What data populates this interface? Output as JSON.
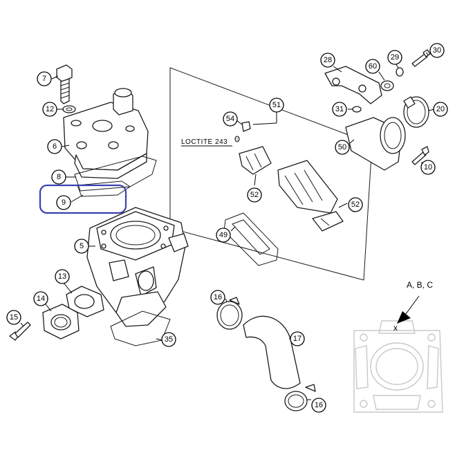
{
  "callouts": {
    "c7": "7",
    "c12": "12",
    "c6": "6",
    "c8": "8",
    "c9": "9",
    "c5": "5",
    "c13": "13",
    "c14": "14",
    "c15": "15",
    "c35": "35",
    "c28": "28",
    "c60": "60",
    "c29": "29",
    "c30": "30",
    "c31": "31",
    "c20": "20",
    "c50": "50",
    "c10": "10",
    "c51": "51",
    "c54": "54",
    "c52a": "52",
    "c52b": "52",
    "c49": "49",
    "c16a": "16",
    "c17": "17",
    "c16b": "16"
  },
  "notes": {
    "loctite": "LOCTITE 243",
    "reference": "A, B, C",
    "marker": "x"
  },
  "colors": {
    "highlight": "#3a3fb0",
    "line": "#1a1a1a",
    "ghost": "#c8c8c8"
  }
}
